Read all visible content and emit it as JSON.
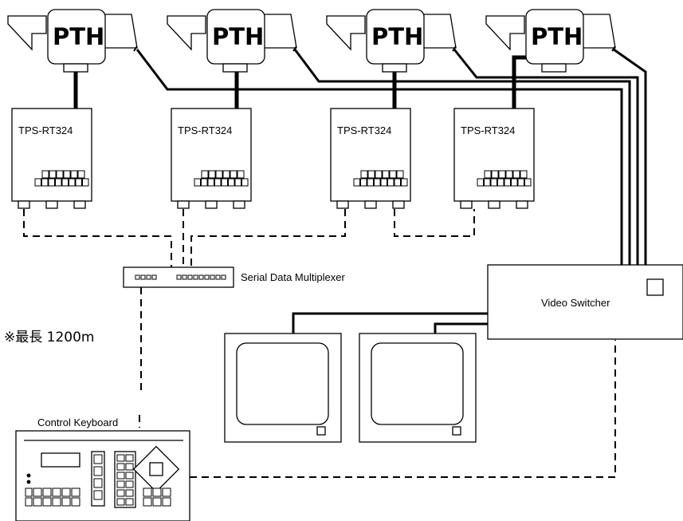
{
  "cameras": [
    {
      "label": "PTH"
    },
    {
      "label": "PTH"
    },
    {
      "label": "PTH"
    },
    {
      "label": "PTH"
    }
  ],
  "receivers": [
    {
      "label": "TPS-RT324"
    },
    {
      "label": "TPS-RT324"
    },
    {
      "label": "TPS-RT324"
    },
    {
      "label": "TPS-RT324"
    }
  ],
  "multiplexer": {
    "label": "Serial Data Multiplexer"
  },
  "switcher": {
    "label": "Video Switcher"
  },
  "keyboard": {
    "label": "Control Keyboard"
  },
  "distance_note": "※最長 1200m"
}
